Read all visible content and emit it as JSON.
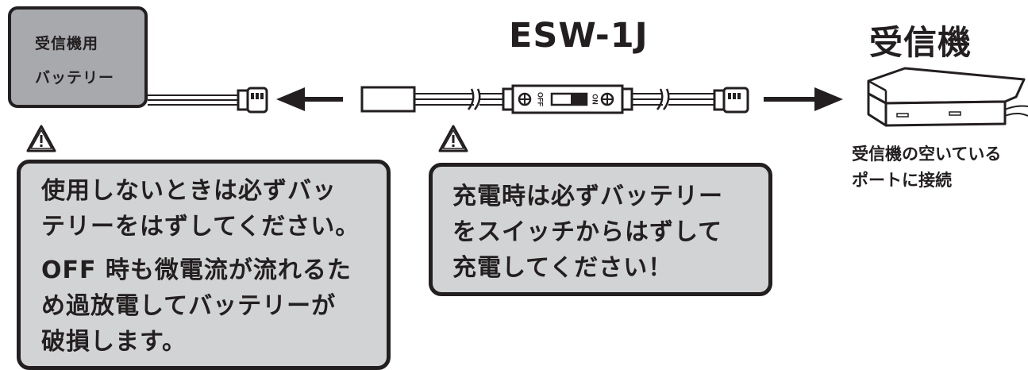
{
  "battery": {
    "line1": "受信機用",
    "line2": "バッテリー"
  },
  "switch_title": "ESW-1J",
  "switch_labels": {
    "off": "OFF",
    "on": "ON"
  },
  "receiver_title": "受信機",
  "port_note": [
    "受信機の空いている",
    "ポートに接続"
  ],
  "warning_left": {
    "lines_a": [
      "使用しないときは必ずバッ",
      "テリーをはずしてください。"
    ],
    "lines_b": [
      "OFF 時も微電流が流れるた",
      "め過放電してバッテリーが",
      "破損します。"
    ]
  },
  "warning_right": {
    "lines": [
      "充電時は必ずバッテリー",
      "をスイッチからはずして",
      "充電してください！"
    ]
  },
  "colors": {
    "ink": "#231f20",
    "box_gray": "#a7a9ac",
    "note_gray": "#d1d3d4",
    "white": "#ffffff"
  },
  "icons": [
    "warning-icon",
    "arrow-left-icon",
    "arrow-right-icon",
    "connector-icon",
    "receiver-icon"
  ]
}
